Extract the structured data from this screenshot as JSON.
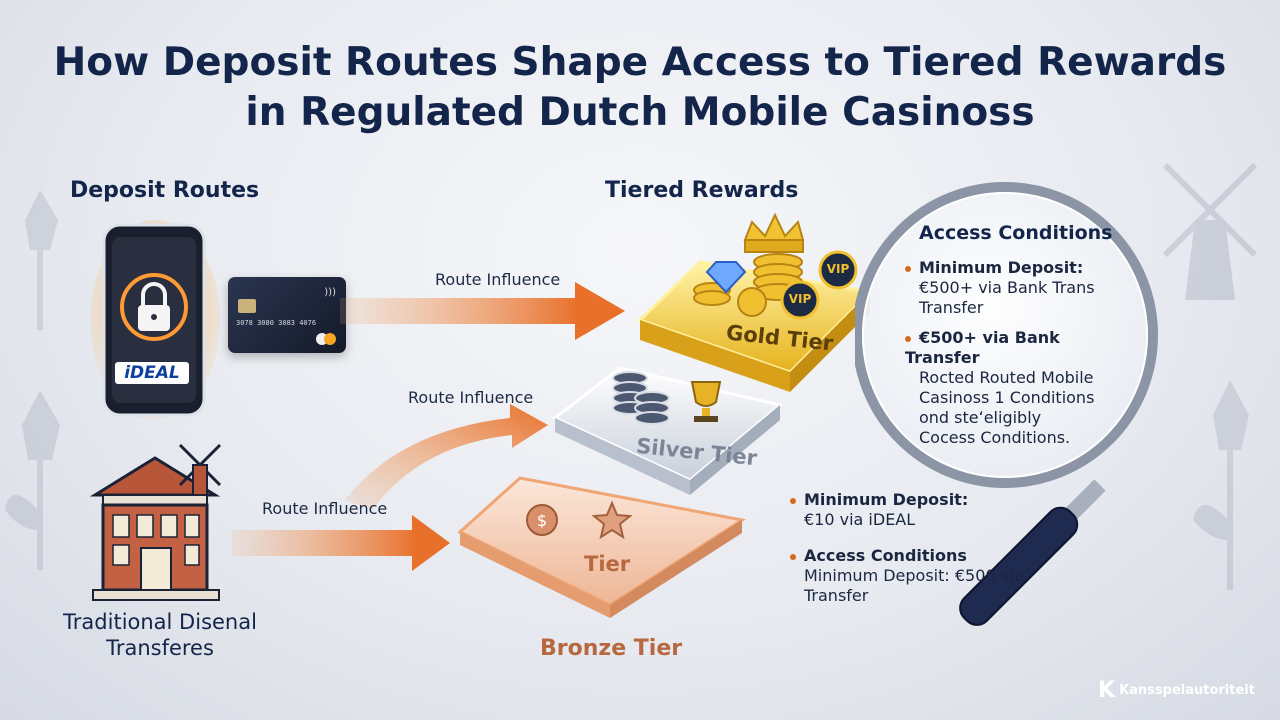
{
  "title": {
    "line1": "How Deposit Routes Shape Access to Tiered Rewards",
    "line2": "in Regulated Dutch Mobile Casinoss"
  },
  "deposit_routes": {
    "heading": "Deposit Routes",
    "ideal_logo": "iDEAL",
    "card_number": "3078 3080 3083 4076",
    "bank_label_line1": "Traditional Disenal",
    "bank_label_line2": "Transferes"
  },
  "tiered_rewards": {
    "heading": "Tiered Rewards",
    "route_influence_1": "Route Influence",
    "route_influence_2": "Route Influence",
    "route_influence_3": "Route Influence",
    "gold": "Gold Tier",
    "silver": "Silver Tier",
    "bronze_inner": "Tier",
    "bronze": "Bronze Tier",
    "vip_badge": "VIP"
  },
  "access_conditions_lens": {
    "heading": "Access Conditions",
    "item1_title": "Minimum Deposit:",
    "item1_line1": "€500+ via Bank Trans",
    "item1_line2": "Transfer",
    "item2_title": "€500+ via Bank Transfer",
    "item2_line1": "Rocted Routed Mobile",
    "item2_line2": "Casinoss 1 Conditions",
    "item2_line3": "ond steʻeligibly",
    "item2_line4": "Cocess Conditions."
  },
  "lower_conditions": {
    "item1_title": "Minimum Deposit:",
    "item1_line1": "€10 via iDEAL",
    "item2_title": "Access Conditions",
    "item2_line1": "Minimum Deposit: €500 via",
    "item2_line2": "Transfer"
  },
  "footer": {
    "logo_letter": "K",
    "brand": "Kansspelautoriteit"
  },
  "colors": {
    "navy": "#13254a",
    "orange": "#e8772a",
    "gold": "#f2c52c",
    "silver": "#c9d1dc",
    "bronze": "#e7a27a"
  }
}
